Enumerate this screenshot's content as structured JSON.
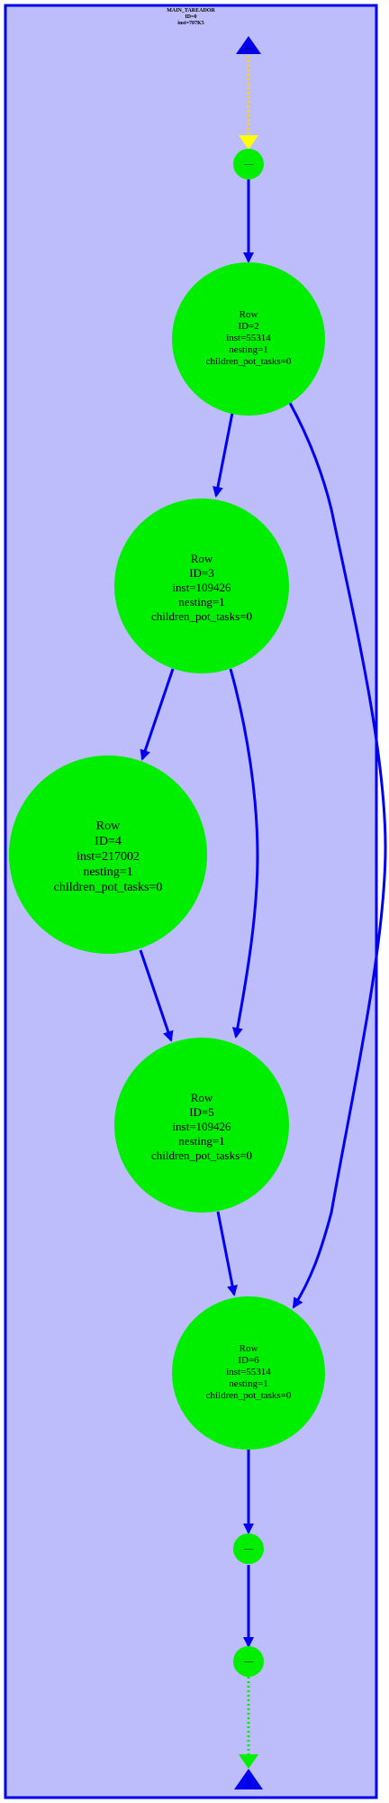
{
  "cluster": {
    "title": "MAIN_TAREADOR",
    "id_line": "ID=0",
    "inst_line": "inst=707K5"
  },
  "nodes": {
    "row2": {
      "lines": [
        "Row",
        "ID=2",
        "inst=55314",
        "nesting=1",
        "children_pot_tasks=0"
      ]
    },
    "row3": {
      "lines": [
        "Row",
        "ID=3",
        "inst=109426",
        "nesting=1",
        "children_pot_tasks=0"
      ]
    },
    "row4": {
      "lines": [
        "Row",
        "ID=4",
        "inst=217002",
        "nesting=1",
        "children_pot_tasks=0"
      ]
    },
    "row5": {
      "lines": [
        "Row",
        "ID=5",
        "inst=109426",
        "nesting=1",
        "children_pot_tasks=0"
      ]
    },
    "row6": {
      "lines": [
        "Row",
        "ID=6",
        "inst=55314",
        "nesting=1",
        "children_pot_tasks=0"
      ]
    }
  },
  "colors": {
    "cluster_fill": "#bdbdfc",
    "cluster_border": "#0000ee",
    "node_fill": "#00ee00",
    "edge": "#0000ee",
    "edge_start_dotted": "#ffd700",
    "edge_end_dotted": "#00ee00",
    "arrow_start": "#ffff00",
    "arrow_end": "#00ee00"
  }
}
